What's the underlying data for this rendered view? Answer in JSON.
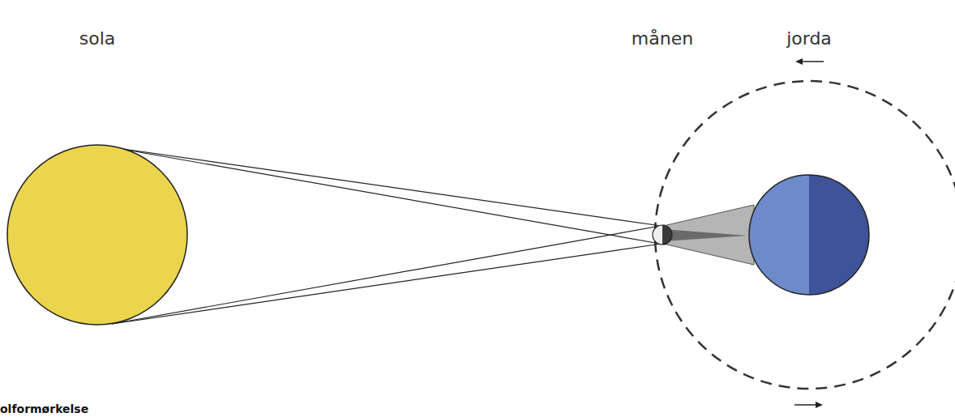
{
  "diagram": {
    "caption": "olformørkelse",
    "nodes": [
      {
        "text": [
          "sola"
        ]
      },
      {
        "text": [
          "månen"
        ]
      },
      {
        "text": [
          "jorda"
        ]
      }
    ]
  }
}
